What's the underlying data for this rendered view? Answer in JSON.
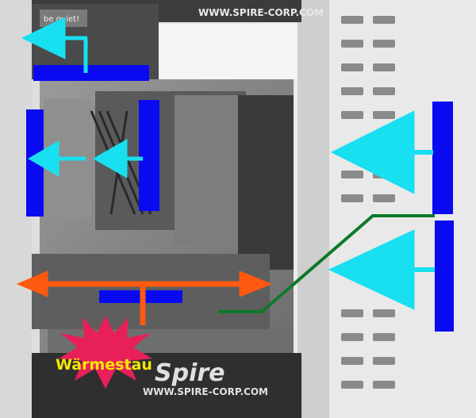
{
  "image": {
    "description_type": "annotated-photo",
    "labels": {
      "psu_brand": "be quiet!",
      "case_url_top": "WWW.SPIRE-CORP.COM",
      "case_url_bottom": "WWW.SPIRE-CORP.COM",
      "case_logo": "Spire",
      "hotspot_label": "Wärmestau"
    },
    "colors": {
      "airflow_arrow": "#19e0f0",
      "blocker_bar": "#0a0af0",
      "heat_arrow": "#ff5a10",
      "cable_line": "#0d7a2a",
      "hotspot": "#e8205a",
      "hotspot_text": "#f5e800"
    }
  }
}
